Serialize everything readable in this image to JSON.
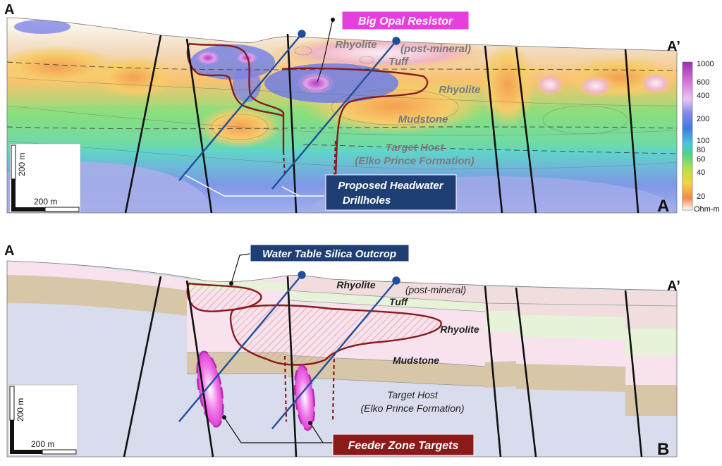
{
  "panel_a": {
    "corner_left": "A",
    "corner_right": "A’",
    "panel_letter": "A",
    "callout_resistor": "Big Opal Resistor",
    "callout_drillholes_line1": "Proposed Headwater",
    "callout_drillholes_line2": "Drillholes",
    "units": {
      "rhyolite_top": "Rhyolite",
      "post_mineral": "(post-mineral)",
      "tuff": "Tuff",
      "rhyolite_mid": "Rhyolite",
      "mudstone": "Mudstone",
      "target_host": "Target Host",
      "target_host_sub": "(Elko Prince Formation)"
    },
    "scale_vertical": "200 m",
    "scale_horizontal": "200 m",
    "colorbar": {
      "ticks": [
        "1000",
        "600",
        "400",
        "200",
        "100",
        "80",
        "60",
        "40",
        "20"
      ],
      "unit": "Ohm-m"
    }
  },
  "panel_b": {
    "corner_left": "A",
    "corner_right": "A’",
    "panel_letter": "B",
    "callout_silica": "Water Table Silica Outcrop",
    "callout_feeder": "Feeder Zone Targets",
    "units": {
      "rhyolite_top": "Rhyolite",
      "post_mineral": "(post-mineral)",
      "tuff": "Tuff",
      "rhyolite_mid": "Rhyolite",
      "mudstone": "Mudstone",
      "target_host": "Target Host",
      "target_host_sub": "(Elko Prince Formation)"
    },
    "scale_vertical": "200 m",
    "scale_horizontal": "200 m"
  },
  "colors": {
    "callout_magenta": "#e83ee0",
    "callout_navy": "#1f3f74",
    "callout_maroon": "#8b1a1a",
    "drillhole": "#1f4f9a",
    "fault": "#111111",
    "resistor_outline": "#8b1a1a",
    "feeder": "#e040d8"
  }
}
